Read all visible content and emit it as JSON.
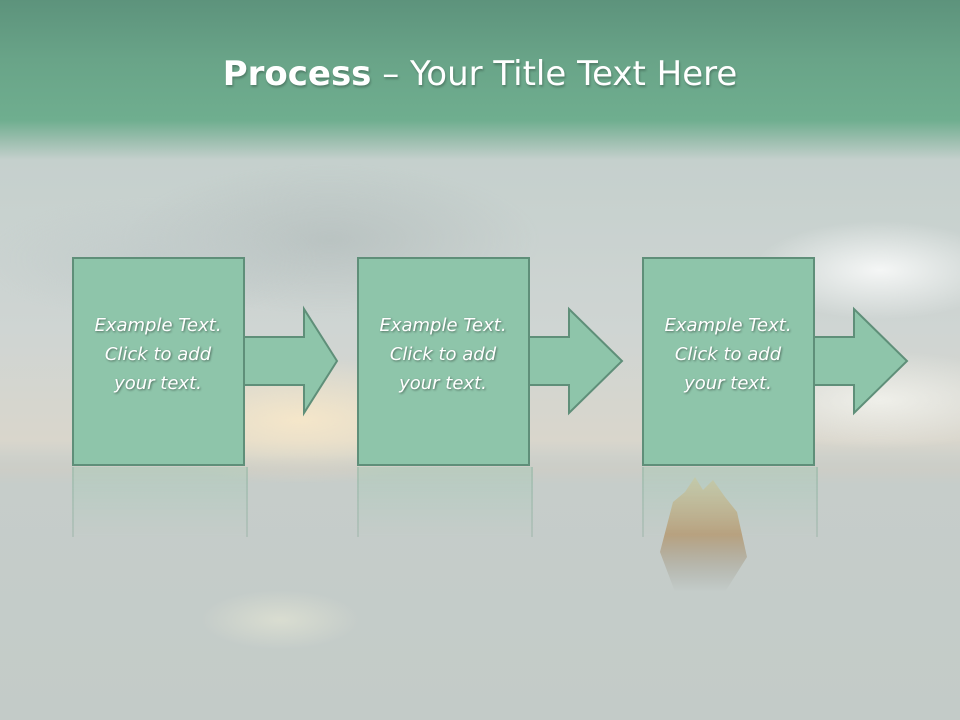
{
  "title": {
    "bold": "Process",
    "rest": " – Your Title Text Here"
  },
  "steps": [
    {
      "line1": "Example Text.",
      "line2": "Click  to add",
      "line3": "your text."
    },
    {
      "line1": "Example Text.",
      "line2": "Click  to add",
      "line3": "your text."
    },
    {
      "line1": "Example Text.",
      "line2": "Click  to add",
      "line3": "your text."
    }
  ],
  "colors": {
    "box_fill": "#8ec5aa",
    "box_border": "#5f8f79",
    "title_band": "#6fae8f"
  }
}
